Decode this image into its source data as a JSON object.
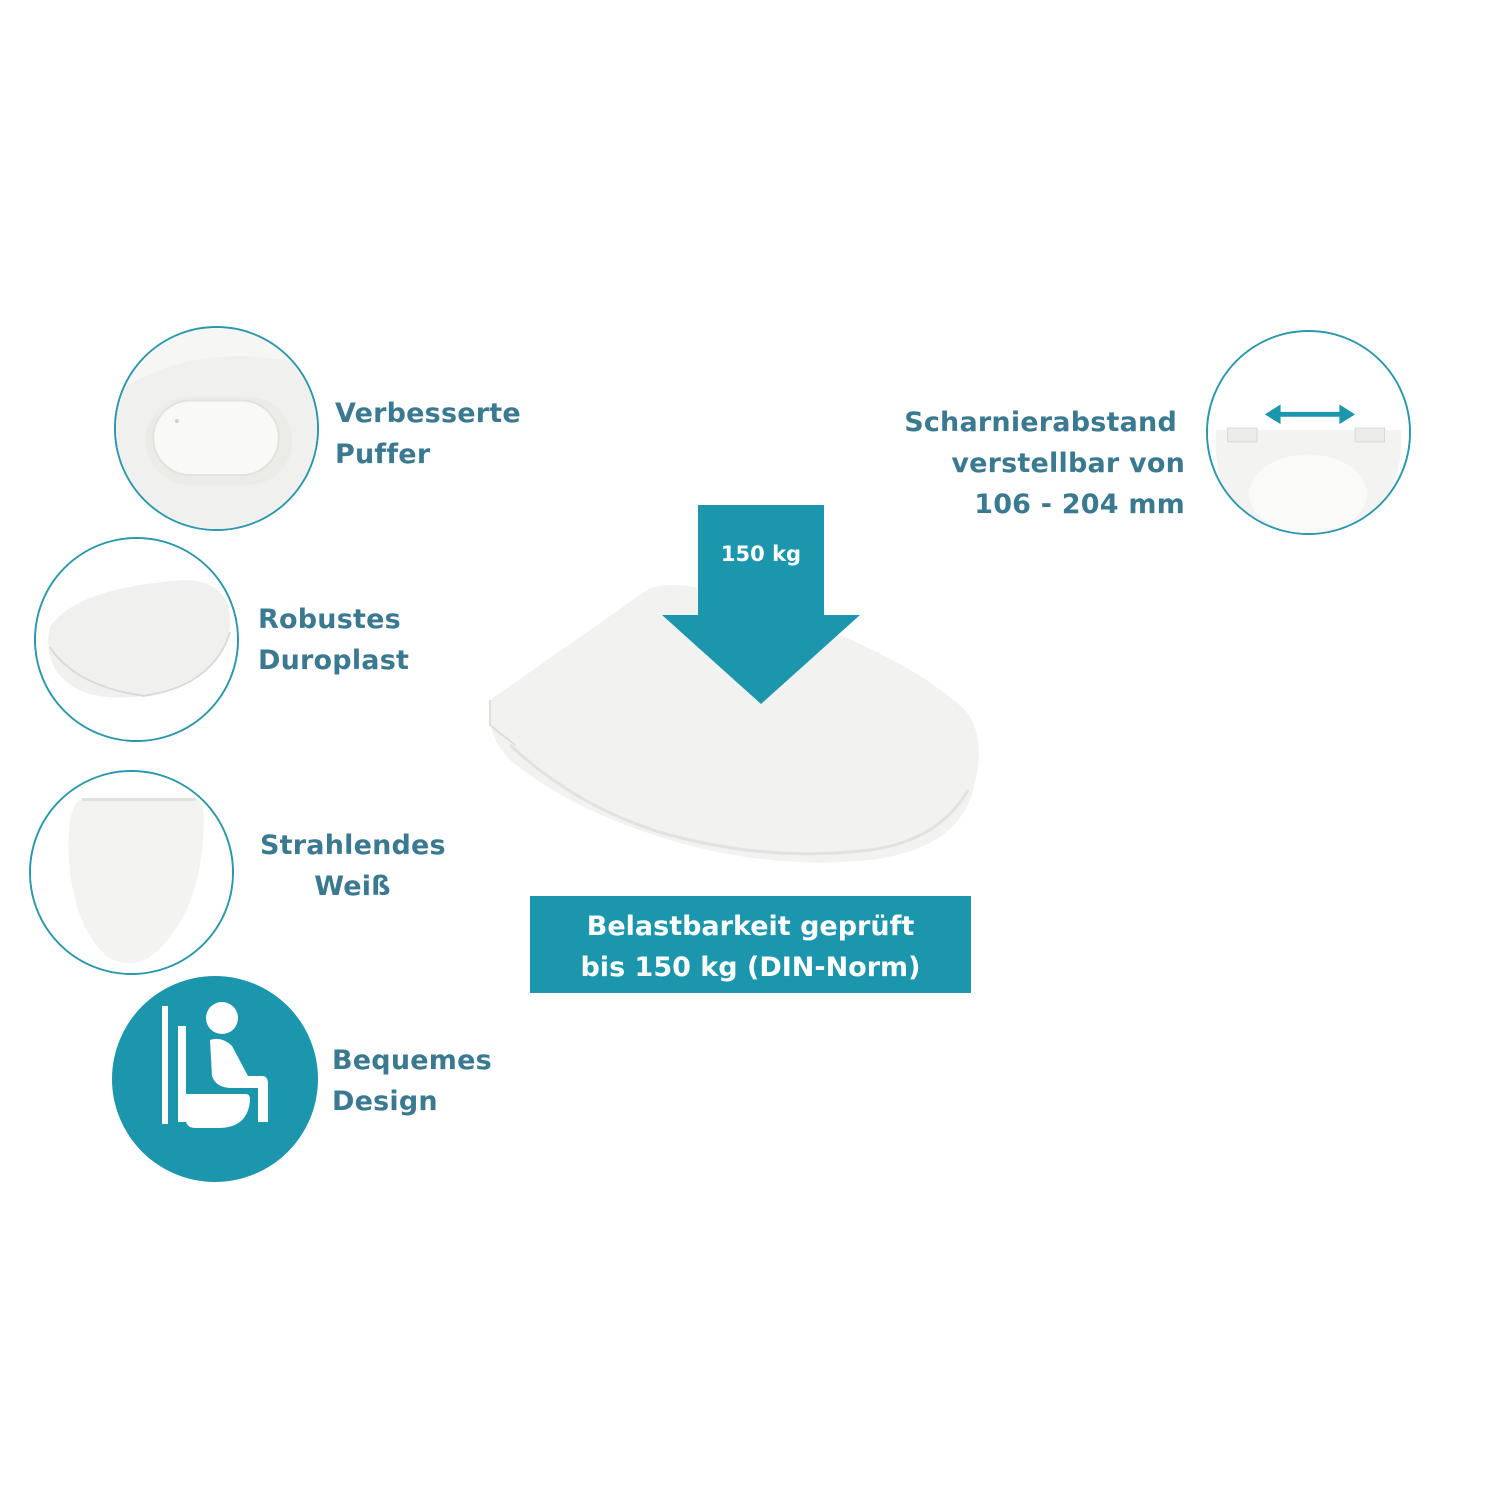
{
  "features": {
    "buffer": {
      "line1": "Verbesserte",
      "line2": "Puffer"
    },
    "duroplast": {
      "line1": "Robustes",
      "line2": "Duroplast"
    },
    "white": {
      "line1": "Strahlendes",
      "line2": "Weiß"
    },
    "design": {
      "line1": "Bequemes",
      "line2": "Design"
    },
    "hinge": {
      "line1": "Scharnierabstand",
      "line2": "verstellbar von",
      "line3": "106 - 204 mm"
    }
  },
  "load": {
    "arrow_label": "150 kg",
    "banner_line1": "Belastbarkeit geprüft",
    "banner_line2": "bis 150 kg (DIN-Norm)"
  },
  "colors": {
    "accent": "#1c96ad",
    "text": "#3a7990",
    "ring": "#2a97ad"
  },
  "icons": [
    "buffer-closeup-image",
    "toilet-seat-image",
    "seat-front-image",
    "seated-person-icon",
    "hinge-width-icon",
    "down-arrow-icon"
  ]
}
